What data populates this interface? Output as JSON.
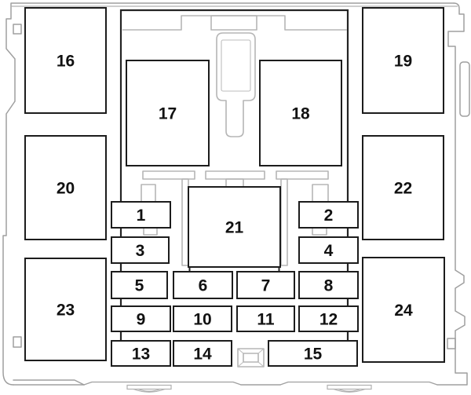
{
  "diagram_title": "fuse-box-top-view-diagram",
  "colors": {
    "background": "#ffffff",
    "frame_outline": "#9f9f9f",
    "inner_detail_outline": "#b5b5b5",
    "module_border": "#242424",
    "fuse_box_border": "#1c1c1c",
    "fuse_box_fill": "#ffffff",
    "label_text": "#111111"
  },
  "icons": {
    "connector_clip": "beveled-rectangle",
    "keyhole_slot": "rounded-slot-with-stem"
  },
  "large_boxes": [
    "16",
    "17",
    "18",
    "19",
    "20",
    "21",
    "22",
    "23",
    "24"
  ],
  "small_boxes": [
    "1",
    "2",
    "3",
    "4",
    "5",
    "6",
    "7",
    "8",
    "9",
    "10",
    "11",
    "12",
    "13",
    "14",
    "15"
  ],
  "labels": {
    "b1": "1",
    "b2": "2",
    "b3": "3",
    "b4": "4",
    "b5": "5",
    "b6": "6",
    "b7": "7",
    "b8": "8",
    "b9": "9",
    "b10": "10",
    "b11": "11",
    "b12": "12",
    "b13": "13",
    "b14": "14",
    "b15": "15",
    "b16": "16",
    "b17": "17",
    "b18": "18",
    "b19": "19",
    "b20": "20",
    "b21": "21",
    "b22": "22",
    "b23": "23",
    "b24": "24"
  }
}
